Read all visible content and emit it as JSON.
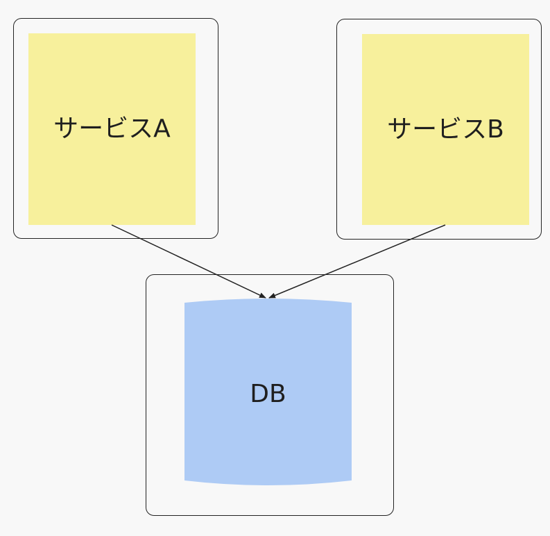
{
  "nodes": {
    "service_a": {
      "label": "サービスA",
      "fill": "#f7f09c"
    },
    "service_b": {
      "label": "サービスB",
      "fill": "#f7f09c"
    },
    "db": {
      "label": "DB",
      "fill": "#aecbf5"
    }
  },
  "edges": [
    {
      "from": "service_a",
      "to": "db"
    },
    {
      "from": "service_b",
      "to": "db"
    }
  ],
  "colors": {
    "background": "#f8f8f8",
    "frame_border": "#222222",
    "edge": "#222222"
  }
}
